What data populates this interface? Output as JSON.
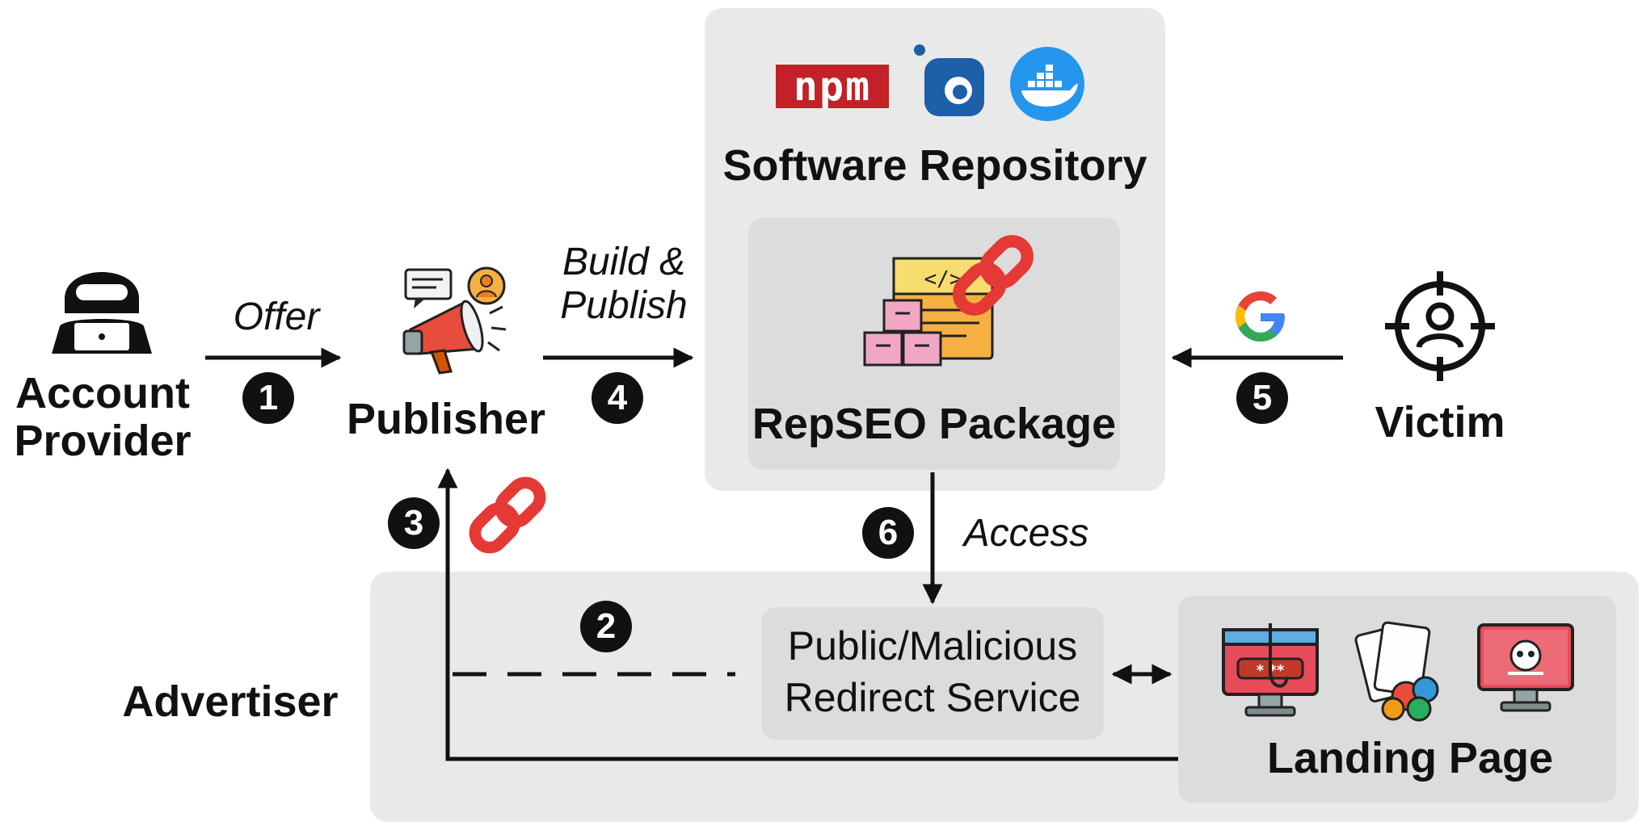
{
  "nodes": {
    "account_provider": "Account\nProvider",
    "publisher": "Publisher",
    "software_repository": "Software Repository",
    "repseo_package": "RepSEO Package",
    "victim": "Victim",
    "advertiser": "Advertiser",
    "redirect_service": "Public/Malicious\nRedirect Service",
    "landing_page": "Landing Page"
  },
  "edges": {
    "offer": "Offer",
    "build_publish": "Build &\nPublish",
    "access": "Access"
  },
  "steps": [
    "1",
    "2",
    "3",
    "4",
    "5",
    "6"
  ],
  "logos": {
    "npm": "npm"
  },
  "colors": {
    "panel": "#e9e9e9",
    "inner_panel": "#dcdcdc",
    "link_red": "#e53935",
    "npm_red": "#c12127",
    "docker_blue": "#2496ed",
    "pypi_blue": "#1d5fa8"
  }
}
